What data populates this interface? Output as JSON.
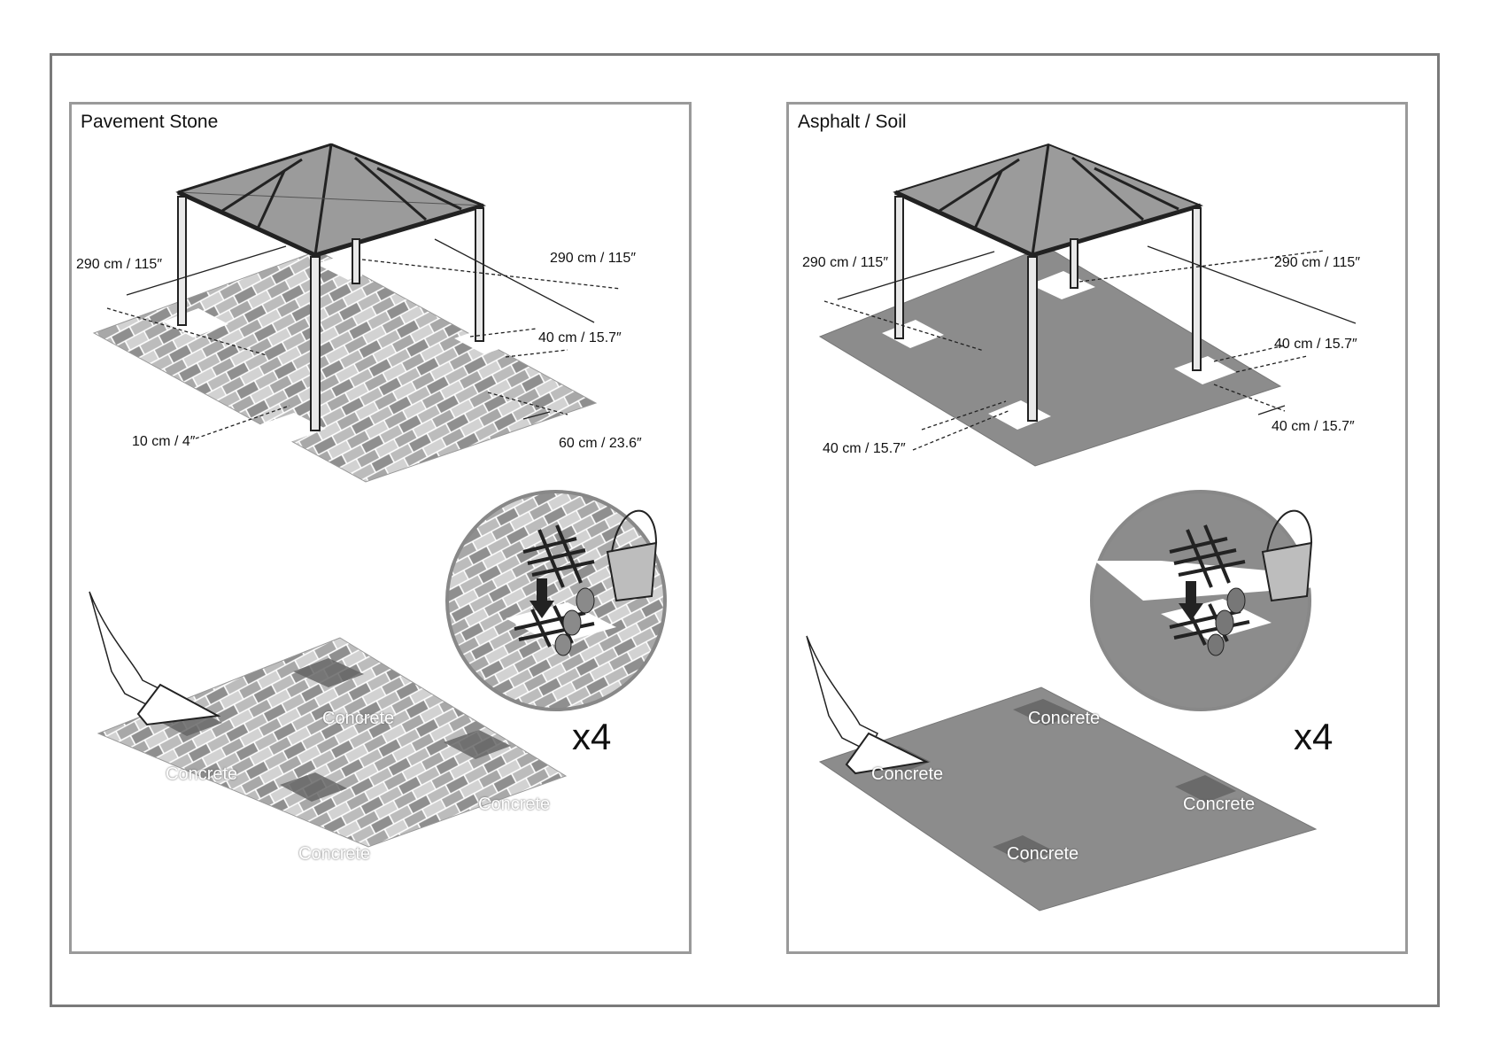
{
  "panels": [
    {
      "title": "Pavement Stone",
      "dims": {
        "width_left": "290 cm / 115″",
        "width_right": "290 cm / 115″",
        "gap_side": "40 cm / 15.7″",
        "gap_bottom_left": "10 cm / 4″",
        "gap_bottom_right": "60 cm / 23.6″"
      },
      "concrete_labels": [
        "Concrete",
        "Concrete",
        "Concrete",
        "Concrete"
      ],
      "multiplier": "x4"
    },
    {
      "title": "Asphalt / Soil",
      "dims": {
        "width_left": "290 cm / 115″",
        "width_right": "290 cm / 115″",
        "gap_side": "40 cm / 15.7″",
        "gap_bottom_left": "40 cm / 15.7″",
        "gap_bottom_right": "40 cm / 15.7″"
      },
      "concrete_labels": [
        "Concrete",
        "Concrete",
        "Concrete",
        "Concrete"
      ],
      "multiplier": "x4"
    }
  ],
  "colors": {
    "frame": "#7a7a7a",
    "asphalt": "#8a8a8a",
    "pavers": "#b5b5b5",
    "concrete": "#6e6e6e"
  }
}
